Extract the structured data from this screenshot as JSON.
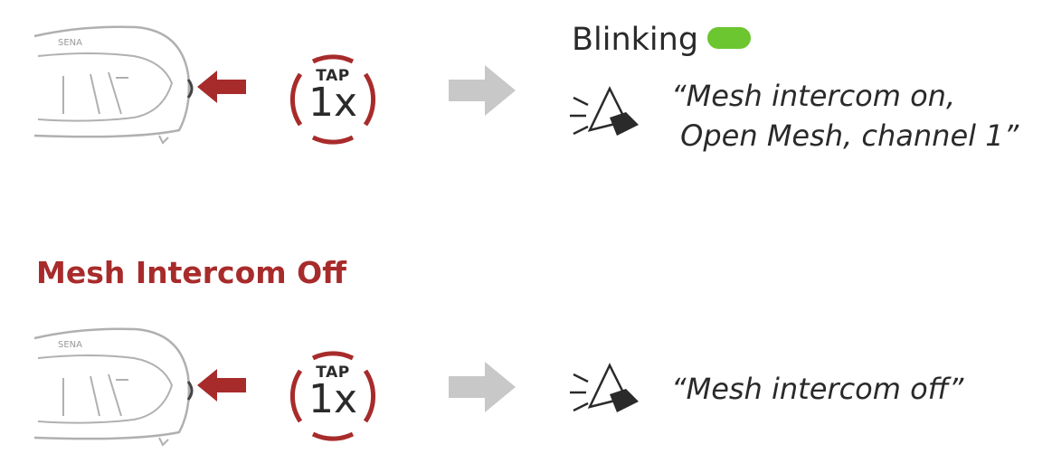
{
  "colors": {
    "accent_red": "#a82b2b",
    "led_green": "#6cc62f",
    "flow_arrow_gray": "#c8c8c8",
    "device_outline": "#b0b0b0"
  },
  "icons": {
    "device": "headset-device-icon",
    "press": "press-arrow-icon",
    "flow": "right-arrow-icon",
    "voice": "speaker-icon",
    "led": "green-led-icon"
  },
  "device_brand": "SENA",
  "step_on": {
    "tap_label": "TAP",
    "tap_count": "1x",
    "status_label": "Blinking",
    "voice_line1": "“Mesh intercom on,",
    "voice_line2": " Open Mesh, channel 1”"
  },
  "section_off": {
    "heading": "Mesh Intercom Off",
    "tap_label": "TAP",
    "tap_count": "1x",
    "voice": "“Mesh intercom off”"
  }
}
